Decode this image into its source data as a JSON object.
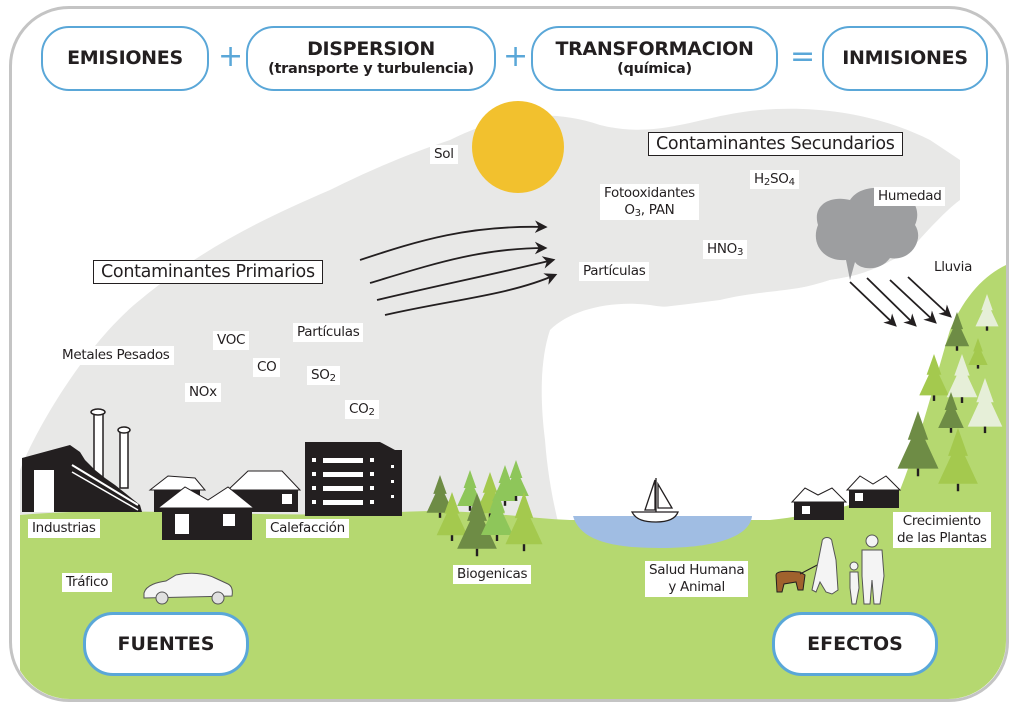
{
  "colors": {
    "sky_grey": "#e8e8e7",
    "ground_green": "#b5d870",
    "pill_border": "#5aa7d8",
    "operator_blue": "#5aa7d8",
    "sun_yellow": "#f2c12e",
    "cloud_grey": "#9d9ea0",
    "water_blue": "#a0bde3",
    "building_black": "#231f20",
    "frame_grey": "#c4c4c4"
  },
  "equation": {
    "terms": [
      {
        "main": "EMISIONES",
        "sub": ""
      },
      {
        "main": "DISPERSION",
        "sub": "(transporte y turbulencia)"
      },
      {
        "main": "TRANSFORMACION",
        "sub": "(química)"
      },
      {
        "main": "INMISIONES",
        "sub": ""
      }
    ],
    "operators": [
      "+",
      "+",
      "="
    ]
  },
  "sky": {
    "sun_label": "Sol",
    "primary_title": "Contaminantes Primarios",
    "secondary_title": "Contaminantes Secundarios",
    "primary_pollutants": {
      "metales": "Metales Pesados",
      "voc": "VOC",
      "co": "CO",
      "nox": "NOx",
      "particulas": "Partículas",
      "so2_base": "SO",
      "so2_sub": "2",
      "co2_base": "CO",
      "co2_sub": "2"
    },
    "secondary_pollutants": {
      "fotooxidantes": "Fotooxidantes",
      "o3_base": "O",
      "o3_sub": "3",
      "o3_rest": ", PAN",
      "h2so4_a": "H",
      "h2so4_b": "2",
      "h2so4_c": "SO",
      "h2so4_d": "4",
      "hno3_base": "HNO",
      "hno3_sub": "3",
      "particulas": "Partículas"
    },
    "humedad": "Humedad",
    "lluvia": "Lluvia"
  },
  "ground": {
    "industrias": "Industrias",
    "calefaccion": "Calefacción",
    "trafico": "Tráfico",
    "biogenicas": "Biogenicas",
    "salud_line1": "Salud Humana",
    "salud_line2": "y Animal",
    "crecimiento_line1": "Crecimiento",
    "crecimiento_line2": "de las Plantas"
  },
  "footer": {
    "fuentes": "FUENTES",
    "efectos": "EFECTOS"
  }
}
